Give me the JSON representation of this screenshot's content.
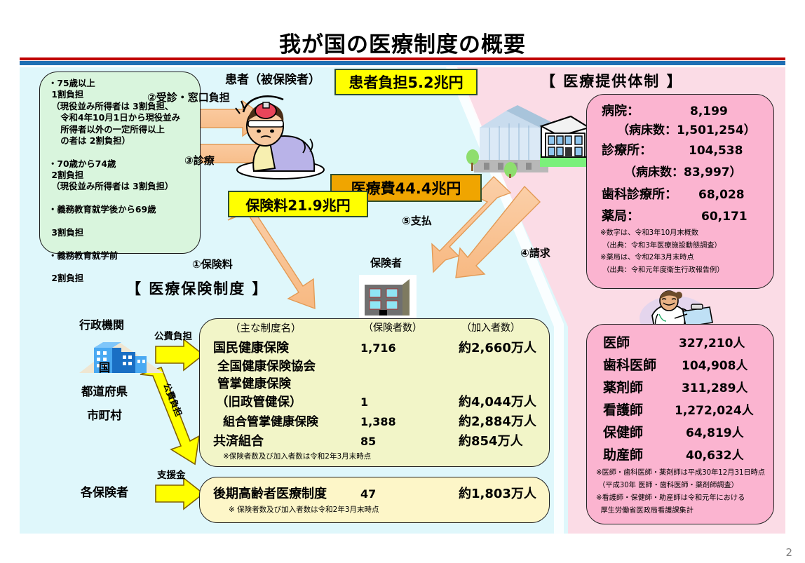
{
  "page": {
    "title": "我が国の医療制度の概要",
    "page_number": "2",
    "accent_red": "#c00000",
    "accent_blue": "#1f6fb4"
  },
  "burden_box": {
    "lines": [
      "・75歳以上",
      " 1割負担",
      " （現役並み所得者は 3割負担、",
      "    令和4年10月1日から現役並み",
      "    所得者以外の一定所得以上",
      "    の者は 2割負担）",
      "",
      "・70歳から74歳",
      " 2割負担",
      " （現役並み所得者は 3割負担）",
      "",
      "・義務教育就学後から69歳",
      "",
      " 3割負担",
      "",
      "・義務教育就学前",
      "",
      " 2割負担"
    ]
  },
  "flow": {
    "patient_label": "患者（被保険者）",
    "insurer_label": "保険者",
    "step1": "①保険料",
    "step2": "②受診・窓口負担",
    "step3": "③診療",
    "step4": "④請求",
    "step5": "⑤支払",
    "callout_patient_burden": "患者負担5.2兆円",
    "callout_medical_cost": "医療費44.4兆円",
    "callout_premium": "保険料21.9兆円"
  },
  "insurance_section": {
    "heading": "【 医療保険制度 】",
    "admin_heading": "行政機関",
    "admin_box_lines": [
      "国",
      "都道府県",
      "市町村"
    ],
    "each_insurer_label": "各保険者",
    "arrow_public_1": "公費負担",
    "arrow_public_2": "公費負担",
    "arrow_support": "支援金",
    "table_headers": [
      "（主な制度名）",
      "（保険者数）",
      "（加入者数）"
    ],
    "rows": [
      {
        "name": "国民健康保険",
        "insurers": "1,716",
        "members": "約2,660万人"
      },
      {
        "name": "全国健康保険協会",
        "insurers": "",
        "members": ""
      },
      {
        "name": "管掌健康保険",
        "insurers": "",
        "members": ""
      },
      {
        "name": "（旧政管健保）",
        "insurers": "1",
        "members": "約4,044万人"
      },
      {
        "name": " 組合管掌健康保険",
        "insurers": "1,388",
        "members": "約2,884万人"
      },
      {
        "name": "共済組合",
        "insurers": "85",
        "members": "約854万人"
      }
    ],
    "table_note": "※保険者数及び加入者数は令和2年3月末時点",
    "latter_row": {
      "name": "後期高齢者医療制度",
      "insurers": "47",
      "members": "約1,803万人"
    },
    "latter_note": "※ 保険者数及び加入者数は令和2年3月末時点"
  },
  "provision_section": {
    "heading": "【 医療提供体制 】",
    "facilities": [
      {
        "label": "病院：",
        "value": "8,199"
      },
      {
        "label": "（病床数：1,501,254）",
        "value": ""
      },
      {
        "label": "診療所：",
        "value": "104,538"
      },
      {
        "label": "（病床数：83,997）",
        "value": ""
      },
      {
        "label": "歯科診療所：",
        "value": "68,028"
      },
      {
        "label": "薬局：",
        "value": "60,171"
      }
    ],
    "facility_notes": [
      "※数字は、令和3年10月末概数",
      " （出典：令和3年医療施設動態調査）",
      "※薬局は、令和2年3月末時点",
      " （出典：令和元年度衛生行政報告例）"
    ],
    "personnel": [
      {
        "label": "医師",
        "value": "327,210人"
      },
      {
        "label": "歯科医師",
        "value": "104,908人"
      },
      {
        "label": "薬剤師",
        "value": "311,289人"
      },
      {
        "label": "看護師",
        "value": "1,272,024人"
      },
      {
        "label": "保健師",
        "value": "64,819人"
      },
      {
        "label": "助産師",
        "value": "40,632人"
      }
    ],
    "personnel_notes": [
      "※医師・歯科医師・薬剤師は平成30年12月31日時点",
      " （平成30年 医師・歯科医師・薬剤師調査）",
      "※看護師・保健師・助産師は令和元年における",
      "  厚生労働省医政局看護課集計"
    ]
  }
}
